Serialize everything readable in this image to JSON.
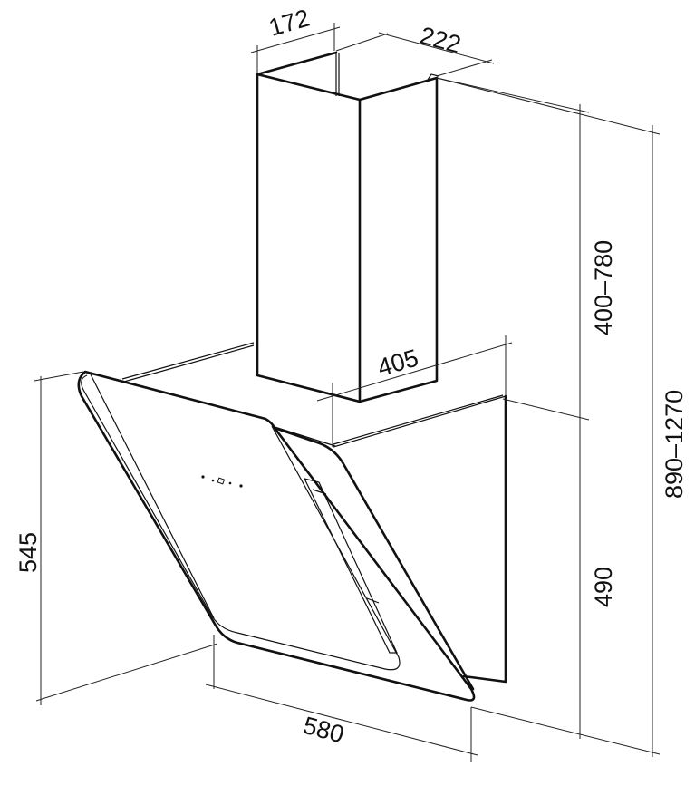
{
  "title": "Cooker hood dimensional drawing",
  "dimensions": {
    "chimney_width": "172",
    "chimney_depth": "222",
    "chimney_height": "400–780",
    "body_depth": "405",
    "body_height": "490",
    "total_height": "890–1270",
    "glass_height": "545",
    "width": "580"
  },
  "colors": {
    "line": "#111111",
    "background": "#ffffff"
  }
}
